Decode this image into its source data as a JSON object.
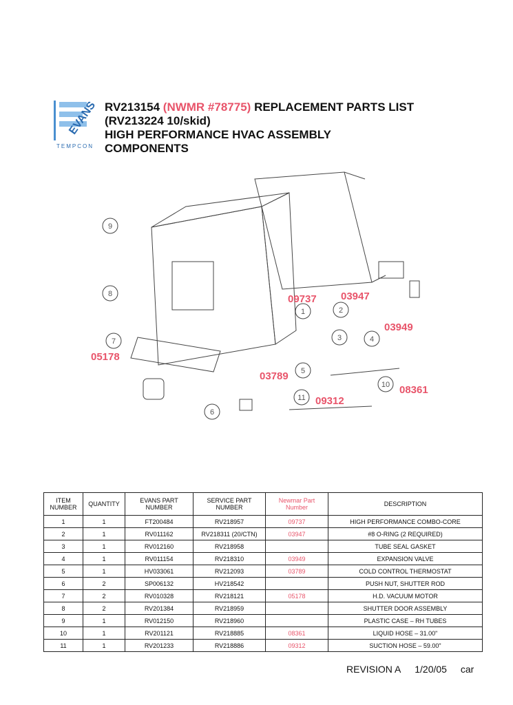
{
  "logo": {
    "brand": "EVANS",
    "company": "TEMPCON"
  },
  "header": {
    "part_number": "RV213154",
    "newmar": "(NWMR #78775)",
    "title_rest": "REPLACEMENT PARTS LIST",
    "line2": "(RV213224 10/skid)",
    "line3": "HIGH PERFORMANCE HVAC ASSEMBLY",
    "line4": "COMPONENTS"
  },
  "diagram": {
    "labels": [
      "09737",
      "03947",
      "03949",
      "05178",
      "03789",
      "09312",
      "08361"
    ],
    "callouts": [
      "1",
      "2",
      "3",
      "4",
      "5",
      "6",
      "7",
      "8",
      "9",
      "10",
      "11"
    ]
  },
  "table": {
    "headers": [
      "ITEM NUMBER",
      "QUANTITY",
      "EVANS PART NUMBER",
      "SERVICE PART NUMBER",
      "Newmar Part Number",
      "DESCRIPTION"
    ],
    "rows": [
      [
        "1",
        "1",
        "FT200484",
        "RV218957",
        "09737",
        "HIGH PERFORMANCE COMBO-CORE"
      ],
      [
        "2",
        "1",
        "RV011162",
        "RV218311 (20/CTN)",
        "03947",
        "#8 O-RING (2 REQUIRED)"
      ],
      [
        "3",
        "1",
        "RV012160",
        "RV218958",
        "",
        "TUBE SEAL GASKET"
      ],
      [
        "4",
        "1",
        "RV011154",
        "RV218310",
        "03949",
        "EXPANSION VALVE"
      ],
      [
        "5",
        "1",
        "HV033061",
        "RV212093",
        "03789",
        "COLD CONTROL THERMOSTAT"
      ],
      [
        "6",
        "2",
        "SP006132",
        "HV218542",
        "",
        "PUSH NUT, SHUTTER ROD"
      ],
      [
        "7",
        "2",
        "RV010328",
        "RV218121",
        "05178",
        "H.D. VACUUM MOTOR"
      ],
      [
        "8",
        "2",
        "RV201384",
        "RV218959",
        "",
        "SHUTTER DOOR ASSEMBLY"
      ],
      [
        "9",
        "1",
        "RV012150",
        "RV218960",
        "",
        "PLASTIC CASE – RH TUBES"
      ],
      [
        "10",
        "1",
        "RV201121",
        "RV218885",
        "08361",
        "LIQUID HOSE – 31.00\""
      ],
      [
        "11",
        "1",
        "RV201233",
        "RV218886",
        "09312",
        "SUCTION HOSE – 59.00\""
      ]
    ]
  },
  "footer": {
    "revision": "REVISION A",
    "date": "1/20/05",
    "initials": "car"
  },
  "colors": {
    "accent": "#e8546a",
    "logo_blue": "#4a8fd0"
  }
}
